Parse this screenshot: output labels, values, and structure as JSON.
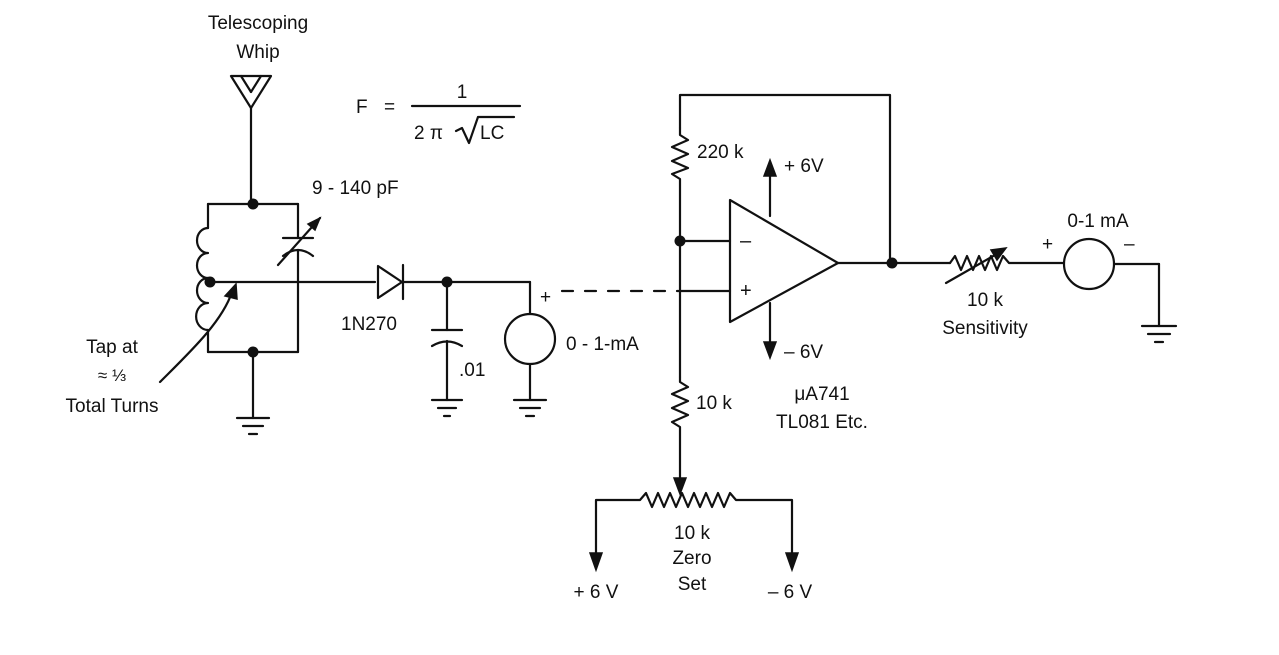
{
  "labels": {
    "antenna_line1": "Telescoping",
    "antenna_line2": "Whip",
    "formula_lhs": "F",
    "formula_equals": "=",
    "formula_numerator": "1",
    "formula_denominator_prefix": "2  π",
    "formula_radicand": "LC",
    "capacitor_variable": "9 - 140 pF",
    "tap_line1": "Tap at",
    "tap_line2": "≈ ⅓",
    "tap_line3": "Total Turns",
    "diode": "1N270",
    "capacitor_bypass": ".01",
    "meter1_plus": "+",
    "meter1": "0 - 1-mA",
    "resistor_feedback": "220 k",
    "supply_pos": "+ 6V",
    "supply_neg": "– 6V",
    "opamp_minus": "–",
    "opamp_plus": "+",
    "opamp_line1": "μA741",
    "opamp_line2": "TL081 Etc.",
    "resistor_input": "10 k",
    "pot_zero_line1": "10 k",
    "pot_zero_line2": "Zero",
    "pot_zero_line3": "Set",
    "zero_supply_pos": "+ 6 V",
    "zero_supply_neg": "– 6 V",
    "pot_sens_line1": "10 k",
    "pot_sens_line2": "Sensitivity",
    "meter2": "0-1 mA",
    "meter2_plus": "+",
    "meter2_minus": "–"
  }
}
